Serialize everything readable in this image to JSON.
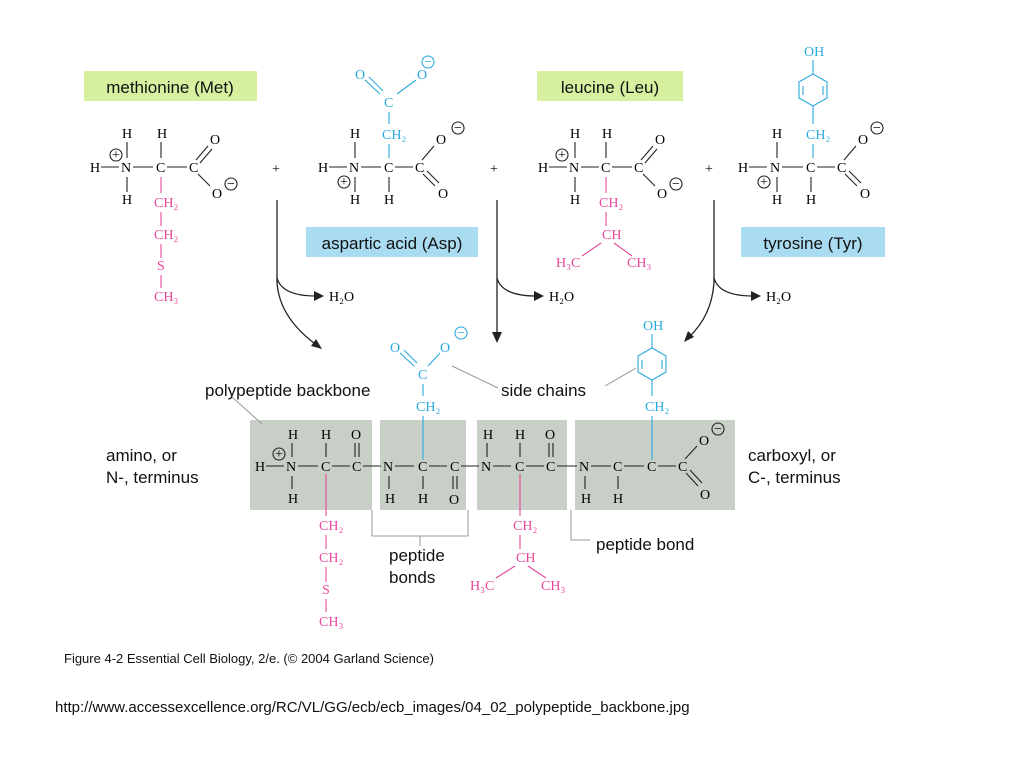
{
  "colors": {
    "label_green": "#d7f0a0",
    "label_blue": "#a9dcf1",
    "side_chain_pink": "#e8489b",
    "side_chain_cyan": "#2aaadf",
    "backbone_box": "#c8cfc7",
    "text": "#222222"
  },
  "labels": {
    "methionine": "methionine (Met)",
    "aspartic_acid": "aspartic acid (Asp)",
    "leucine": "leucine (Leu)",
    "tyrosine": "tyrosine (Tyr)",
    "polypeptide_backbone": "polypeptide backbone",
    "side_chains": "side chains",
    "amino_terminus_line1": "amino, or",
    "amino_terminus_line2": "N-, terminus",
    "carboxyl_terminus_line1": "carboxyl, or",
    "carboxyl_terminus_line2": "C-, terminus",
    "peptide_bonds_line1": "peptide",
    "peptide_bonds_line2": "bonds",
    "peptide_bond": "peptide bond",
    "water": "H₂O",
    "plus": "+"
  },
  "atoms": {
    "H": "H",
    "N": "N",
    "C": "C",
    "O": "O",
    "S": "S",
    "CH2": "CH₂",
    "CH3": "CH₃",
    "CH": "CH",
    "H3C": "H₃C",
    "OH": "OH",
    "plus_charge": "+",
    "minus_charge": "−"
  },
  "caption": "Figure 4-2  Essential Cell Biology, 2/e. (© 2004 Garland Science)",
  "url": "http://www.accessexcellence.org/RC/VL/GG/ecb/ecb_images/04_02_polypeptide_backbone.jpg"
}
